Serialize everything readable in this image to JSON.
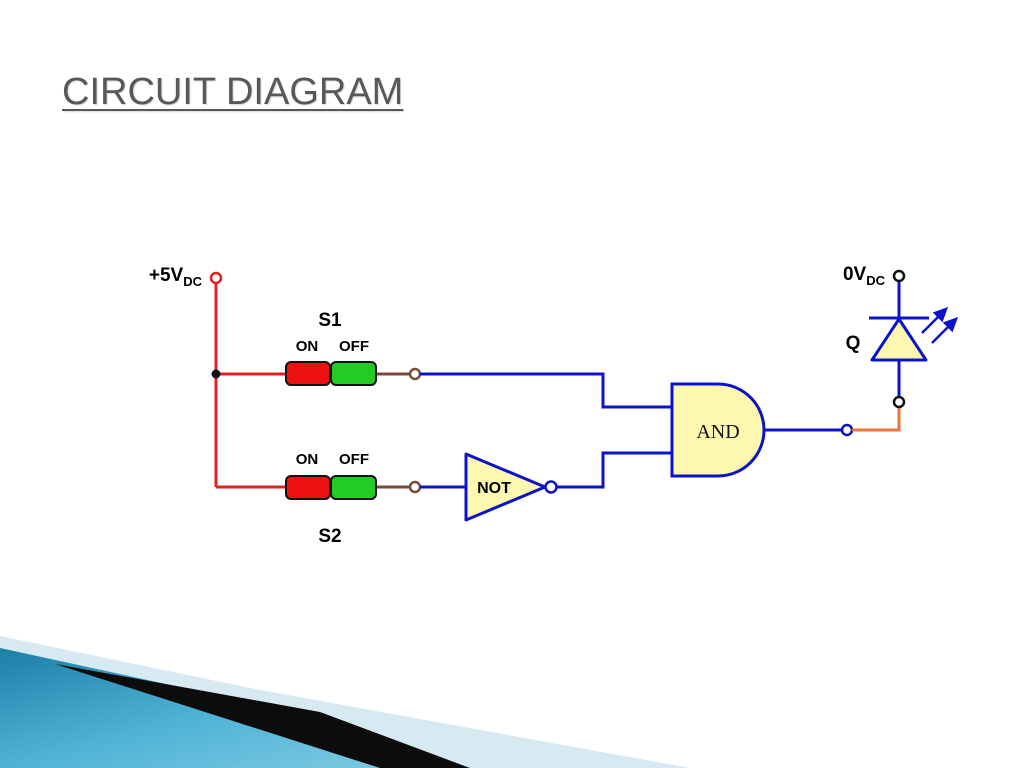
{
  "slide": {
    "title": "CIRCUIT DIAGRAM"
  },
  "circuit": {
    "supply": {
      "main": "+5V",
      "sub": "DC"
    },
    "ground": {
      "main": "0V",
      "sub": "DC"
    },
    "switch_1": {
      "name": "S1",
      "on_label": "ON",
      "off_label": "OFF"
    },
    "switch_2": {
      "name": "S2",
      "on_label": "ON",
      "off_label": "OFF"
    },
    "not_gate": {
      "label": "NOT"
    },
    "and_gate": {
      "label": "AND"
    },
    "led": {
      "label": "Q"
    }
  },
  "colors": {
    "supply_wire": "#e32020",
    "logic_wire": "#0b14c8",
    "led_wire": "#e8753a",
    "switch_on": "#ee1111",
    "switch_off": "#22cc22",
    "gate_fill": "#fdf7b0",
    "pin_wire": "#7a4a38"
  }
}
